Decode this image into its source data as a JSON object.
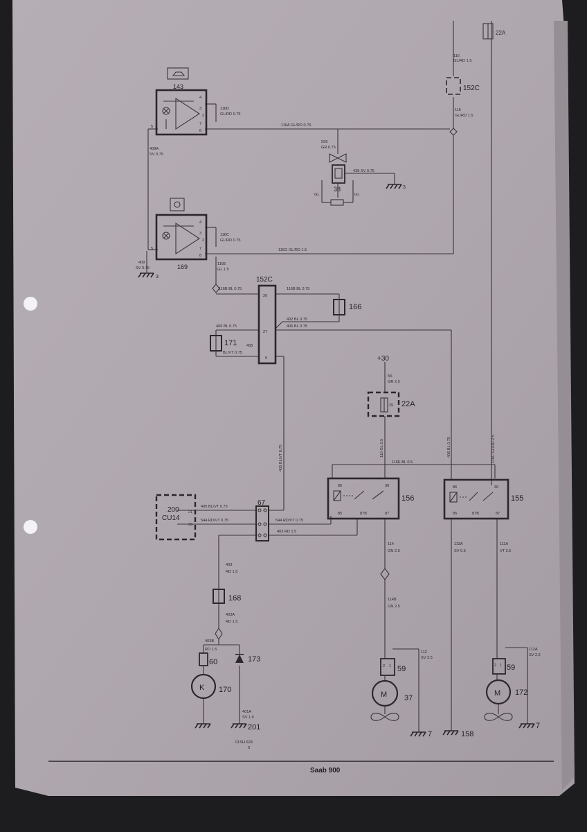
{
  "footer": {
    "title": "Saab 900"
  },
  "code": {
    "line1": "01SH 628",
    "line2": "0"
  },
  "supply": "+30",
  "components": {
    "c143": "143",
    "c169": "169",
    "c38": "38",
    "c166": "166",
    "c171": "171",
    "c200a": "200",
    "c200b": "CU14",
    "c67": "67",
    "c152top": "152C",
    "c152mid": "152C",
    "c22top": "22A",
    "c22mid": "22A",
    "c22pin": "25",
    "c156": "156",
    "c155": "155",
    "c168": "168",
    "c60": "60",
    "c173": "173",
    "c170": "170",
    "c37": "37",
    "c172": "172",
    "c59a": "59",
    "c59b": "59",
    "k": "K",
    "m1": "M",
    "m2": "M",
    "g3a": "3",
    "g3b": "3",
    "g201": "201",
    "g7a": "7",
    "g7b": "7",
    "g158": "158"
  },
  "wires": {
    "w116_top": [
      "116",
      "GL/RD 1.5"
    ],
    "w116_mid": [
      "116",
      "GL/RD 1.5"
    ],
    "w116A": "116A GL/RD 0.75",
    "w116D": [
      "116D",
      "GL/RD 0.75"
    ],
    "w116C_a": [
      "116C",
      "GL/RD 0.75"
    ],
    "w116G": "116G GL/RD 1.5",
    "w116E_a": [
      "116E",
      "GL 1.5"
    ],
    "w409A": [
      "409A",
      "SV 0.75"
    ],
    "w409": [
      "409",
      "SV 0.75"
    ],
    "w599": [
      "599",
      "GR 0.75"
    ],
    "w438": "438 SV 0.75",
    "w_gl1": "GL",
    "w_gl2": "GL",
    "w116B_a": "116B BL 0.75",
    "w116B_b": "116B BL 0.75",
    "w402": "402 BL 0.75",
    "w406_a": "406 BL 0.75",
    "w406_b": "406 BL 0.75",
    "w405": [
      "405",
      "BL/VT 0.75"
    ],
    "w405_vert": "405 BL/VT 0.75",
    "w5K": [
      "5K",
      "GR 2.5"
    ],
    "w110": "110 GL 2.5",
    "w406_vert": "406 BL 0.75",
    "w116C_vert": "116C GL/RD 2.5",
    "w116E_b": "116E BL 0.5",
    "w405_h": "405 BL/VT 0.75",
    "w544_a": "544 RD/VT 0.75",
    "w544_b": "544 RD/VT 0.75",
    "w403_h": "403 RD 1.5",
    "w403_v": [
      "403",
      "RD 1.5"
    ],
    "w403A": [
      "403A",
      "RD 1.5"
    ],
    "w403B": [
      "403B",
      "RD 1.5"
    ],
    "w401A": [
      "401A",
      "SV 1.0"
    ],
    "w114": [
      "114",
      "GN 2.5"
    ],
    "w114B": [
      "114B",
      "GN 2.5"
    ],
    "w113A": [
      "113A",
      "SV 0.5"
    ],
    "w111A": [
      "111A",
      "VT 2.5"
    ],
    "w112": [
      "112",
      "SV 2.5"
    ],
    "w112A": [
      "112A",
      "SV 2.5"
    ]
  },
  "pins": {
    "p143": [
      "4",
      "3",
      "2",
      "7",
      "8",
      "5"
    ],
    "p169": [
      "4",
      "3",
      "2",
      "7",
      "8",
      "5"
    ],
    "p152": [
      "26",
      "27",
      "5"
    ],
    "p200": [
      "21",
      "36"
    ],
    "p156": [
      "86",
      "30",
      "85",
      "87B",
      "87"
    ],
    "p155": [
      "86",
      "30",
      "85",
      "87B",
      "87"
    ],
    "p59a": [
      "2",
      "1"
    ],
    "p59b": [
      "2",
      "1"
    ]
  }
}
